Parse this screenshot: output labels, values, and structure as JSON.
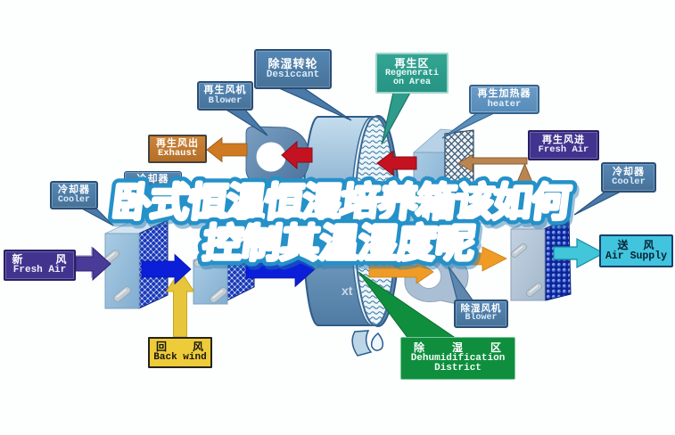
{
  "title": {
    "line1": "卧式恒温恒湿培养箱该如何",
    "line2": "控制其温湿度呢"
  },
  "watermark": "xt",
  "labels": {
    "desiccant": {
      "zh": "除湿转轮",
      "en": "Desiccant"
    },
    "regen_area": {
      "zh": "再生区",
      "en1": "Regenerati",
      "en2": "on Area"
    },
    "regen_blower": {
      "zh": "再生风机",
      "en": "Blower"
    },
    "heater": {
      "zh": "再生加热器",
      "en": "heater"
    },
    "exhaust": {
      "zh": "再生风出",
      "en": "Exhaust"
    },
    "regen_fresh_air": {
      "zh": "再生风进",
      "en": "Fresh Air"
    },
    "cooler_left": {
      "zh": "冷却器",
      "en": "Cooler"
    },
    "cooler_mid": {
      "zh": "冷却器"
    },
    "cooler_right": {
      "zh": "冷却器",
      "en": "Cooler"
    },
    "fresh_air": {
      "zh": "新 风",
      "en": "Fresh Air"
    },
    "back_wind": {
      "zh": "回 风",
      "en": "Back wind"
    },
    "dehum_blower": {
      "zh": "除湿风机",
      "en": "Blower"
    },
    "dehum_district": {
      "zh": "除 湿 区",
      "en1": "Dehumidification",
      "en2": "District"
    },
    "air_supply": {
      "zh": "送 风",
      "en": "Air Supply"
    }
  },
  "colors": {
    "callout_steel_blue": "#4a7aa9",
    "callout_teal": "#2d9c8b",
    "box_green": "#0f8f3e",
    "box_orange": "#bf762d",
    "box_indigo": "#42348e",
    "box_yellow": "#eecb39",
    "box_cyan": "#41c4dd",
    "title_fill": "#ffffff",
    "title_stroke": "#2591c9",
    "arrow_red": "#c41220",
    "arrow_blue": "#0b1fd9",
    "arrow_orange": "#f09b26",
    "arrow_yellow": "#e7c63b",
    "arrow_purple": "#4a3b99",
    "arrow_tan": "#b98651",
    "arrow_cyan": "#41c6da",
    "wheel_blue": "#5e8cb4"
  }
}
